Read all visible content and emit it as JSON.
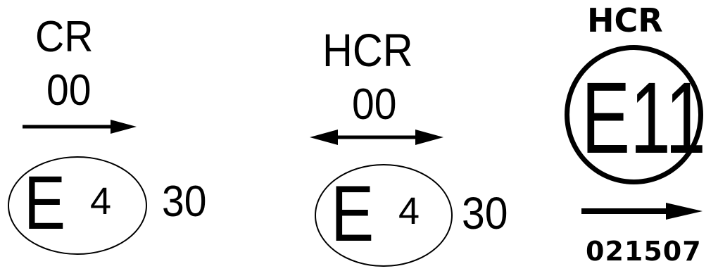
{
  "marks": [
    {
      "category": "CR",
      "number": "00",
      "direction": "right",
      "e_letter": "E",
      "country_code": "4",
      "side_value": "30"
    },
    {
      "category": "HCR",
      "number": "00",
      "direction": "both",
      "e_letter": "E",
      "country_code": "4",
      "side_value": "30"
    },
    {
      "category": "HCR",
      "direction": "right",
      "approval_code": "E11",
      "approval_number": "021507"
    }
  ],
  "colors": {
    "ink": "#000000",
    "background": "#ffffff"
  }
}
